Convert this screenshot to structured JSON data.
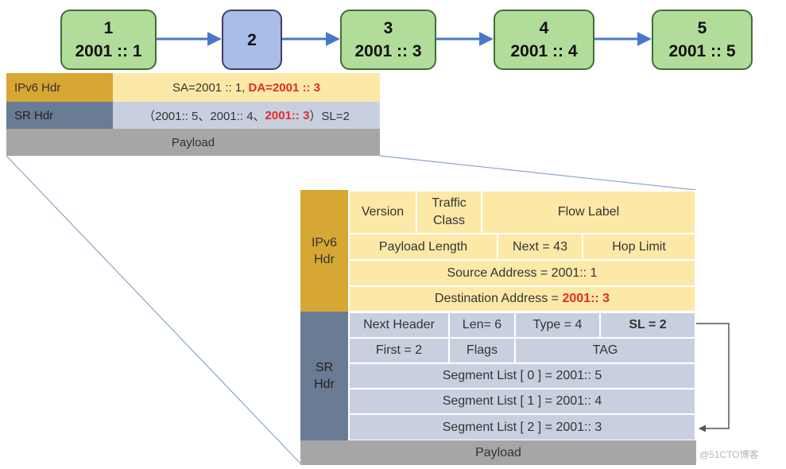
{
  "nodes": [
    {
      "id": "1",
      "addr": "2001 :: 1",
      "selected": false
    },
    {
      "id": "2",
      "addr": "",
      "selected": true
    },
    {
      "id": "3",
      "addr": "2001 :: 3",
      "selected": false
    },
    {
      "id": "4",
      "addr": "2001 :: 4",
      "selected": false
    },
    {
      "id": "5",
      "addr": "2001 :: 5",
      "selected": false
    }
  ],
  "small_packet": {
    "ipv6_label": "IPv6 Hdr",
    "ipv6_sa": "SA=2001 :: 1, ",
    "ipv6_da": "DA=2001 :: 3",
    "sr_label": "SR Hdr",
    "sr_prefix": "（2001:: 5、2001:: 4、",
    "sr_highlight": "2001:: 3",
    "sr_suffix": "）SL=2",
    "payload": "Payload"
  },
  "big_packet": {
    "ipv6_side_line1": "IPv6",
    "ipv6_side_line2": "Hdr",
    "version": "Version",
    "traffic_class_line1": "Traffic",
    "traffic_class_line2": "Class",
    "flow_label": "Flow Label",
    "payload_length": "Payload Length",
    "next": "Next = 43",
    "hop_limit": "Hop Limit",
    "source_address": "Source Address = 2001:: 1",
    "dest_prefix": "Destination Address = ",
    "dest_value": "2001:: 3",
    "sr_side_line1": "SR",
    "sr_side_line2": "Hdr",
    "next_header": "Next Header",
    "len": "Len= 6",
    "type": "Type = 4",
    "sl": "SL = 2",
    "first": "First = 2",
    "flags": "Flags",
    "tag": "TAG",
    "segment_list": [
      "Segment List [ 0 ] = 2001:: 5",
      "Segment List [ 1 ] = 2001:: 4",
      "Segment List [ 2 ] = 2001:: 3"
    ],
    "payload": "Payload"
  },
  "colors": {
    "node_green": "#b2dc9a",
    "node_blue": "#a9bde6",
    "ipv6_dark": "#d6a733",
    "ipv6_light": "#fde9a7",
    "sr_dark": "#6a7b94",
    "sr_light": "#c8d0e0",
    "payload_gray": "#a6a6a6",
    "highlight_red": "#e52929",
    "arrow_blue": "#4a78c8"
  },
  "watermark": "@51CTO博客"
}
